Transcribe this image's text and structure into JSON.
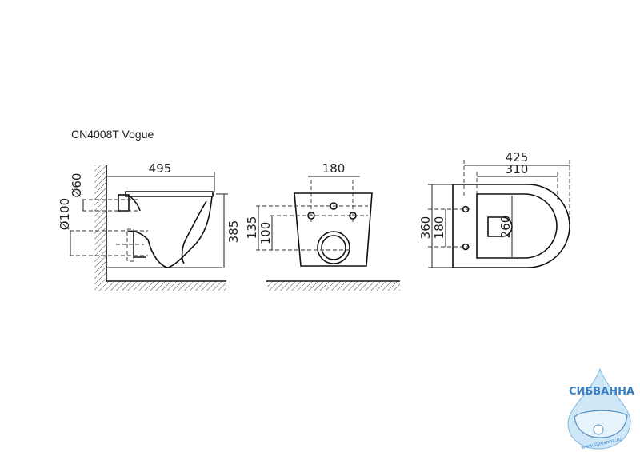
{
  "title": "CN4008T Vogue",
  "side_view": {
    "width": "495",
    "height": "385",
    "pipe_small": "Ø60",
    "pipe_large": "Ø100"
  },
  "front_view": {
    "holes_spacing": "180",
    "height_upper": "135",
    "height_lower": "100"
  },
  "top_view": {
    "total_length": "425",
    "inner_length": "310",
    "overall_width": "360",
    "holes_spacing": "180",
    "inner_width": "260"
  },
  "logo": {
    "brand": "СИБВАННА",
    "url": "www.sibvanna.ru"
  },
  "colors": {
    "line": "#222222",
    "logo_blue": "#3a7fc4",
    "logo_drop": "#b9ddf3"
  }
}
